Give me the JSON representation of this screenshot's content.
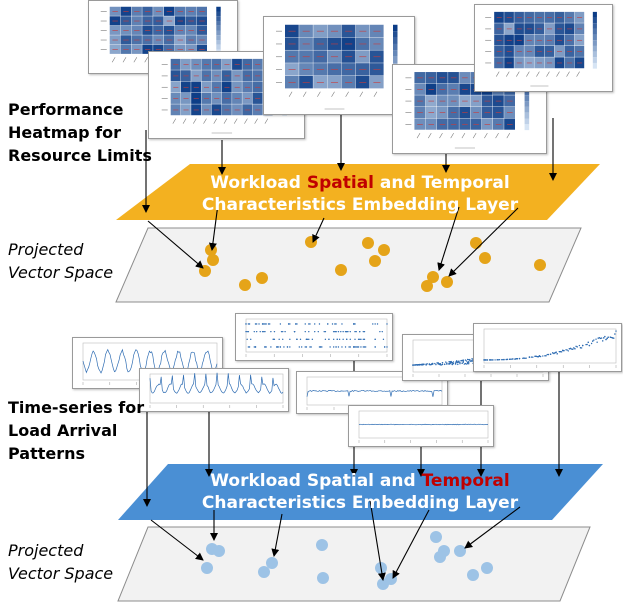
{
  "labels": {
    "heatmap_title": [
      "Performance",
      "Heatmap for",
      "Resource Limits"
    ],
    "timeseries_title": [
      "Time-series for",
      "Load Arrival",
      "Patterns"
    ],
    "projected_space_1": [
      "Projected",
      "Vector Space"
    ],
    "projected_space_2": [
      "Projected",
      "Vector Space"
    ]
  },
  "spatial_layer": {
    "line1_prefix": "Workload ",
    "line1_highlight": "Spatial",
    "line1_suffix": " and Temporal",
    "line2": "Characteristics Embedding Layer"
  },
  "temporal_layer": {
    "line1_prefix": "Workload Spatial and ",
    "line1_highlight": "Temporal",
    "line2": "Characteristics Embedding Layer"
  },
  "colors": {
    "spatial_layer": "#f3b120",
    "temporal_layer": "#4a8fd4",
    "highlight_text": "#c00000",
    "plane": "#f2f2f2",
    "dot_spatial": "#e5a419",
    "dot_temporal": "#9dc3e6",
    "heat_dark": "#0b3c86",
    "heat_light": "#e6eef8",
    "ts_line": "#2f6db3"
  },
  "icons": {
    "heatmap_thumbnail": "heatmap-chart-icon",
    "timeseries_thumbnail": "line-chart-icon",
    "scatter_thumbnail": "scatter-chart-icon",
    "projection_point": "circle-marker-icon"
  }
}
